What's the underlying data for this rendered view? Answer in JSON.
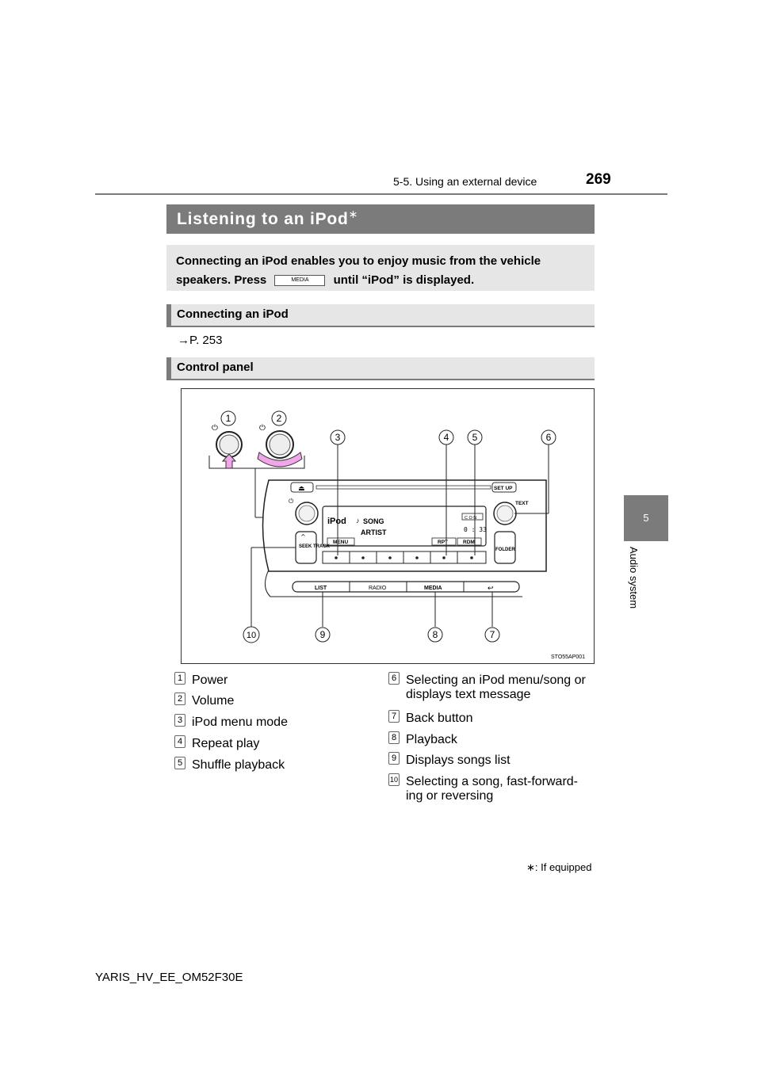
{
  "header": {
    "section": "5-5. Using an external device",
    "page_number": "269"
  },
  "side_tab": {
    "chapter": "5",
    "label": "Audio system"
  },
  "title": {
    "text": "Listening to an iPod",
    "marker": "∗"
  },
  "intro": {
    "part1": "Connecting an iPod enables you to enjoy music from the vehicle speakers. Press",
    "key_label": "MEDIA",
    "part2": "until “iPod” is displayed."
  },
  "sections": [
    {
      "heading": "Connecting an iPod"
    },
    {
      "heading": "Control panel"
    }
  ],
  "reference": "→P. 253",
  "figure": {
    "code": "STO55AP001",
    "display": {
      "source": "iPod",
      "song": "SONG",
      "artist": "ARTIST",
      "menu": "MENU",
      "rpt": "RPT",
      "rdm": "RDM",
      "time": "0 : 33",
      "status": "C O N"
    },
    "buttons": {
      "set_up": "SET UP",
      "text": "TEXT",
      "seek_track": "SEEK TRACK",
      "folder": "FOLDER",
      "list": "LIST",
      "radio": "RADIO",
      "media": "MEDIA"
    },
    "callout_numbers": [
      "1",
      "2",
      "3",
      "4",
      "5",
      "6",
      "7",
      "8",
      "9",
      "10"
    ]
  },
  "callouts": [
    {
      "num": "1",
      "text": "Power"
    },
    {
      "num": "2",
      "text": "Volume"
    },
    {
      "num": "3",
      "text": "iPod menu mode"
    },
    {
      "num": "4",
      "text": "Repeat play"
    },
    {
      "num": "5",
      "text": "Shuffle playback"
    },
    {
      "num": "6",
      "text": "Selecting an iPod menu/song or displays text message"
    },
    {
      "num": "7",
      "text": "Back button"
    },
    {
      "num": "8",
      "text": "Playback"
    },
    {
      "num": "9",
      "text": "Displays songs list"
    },
    {
      "num": "10",
      "text": "Selecting a song, fast-forward-ing or reversing"
    }
  ],
  "footnote": "∗: If equipped",
  "footer_code": "YARIS_HV_EE_OM52F30E",
  "colors": {
    "bar_gray": "#7b7b7b",
    "box_gray": "#e6e6e6",
    "arrow_pink": "#f0a6e8"
  }
}
